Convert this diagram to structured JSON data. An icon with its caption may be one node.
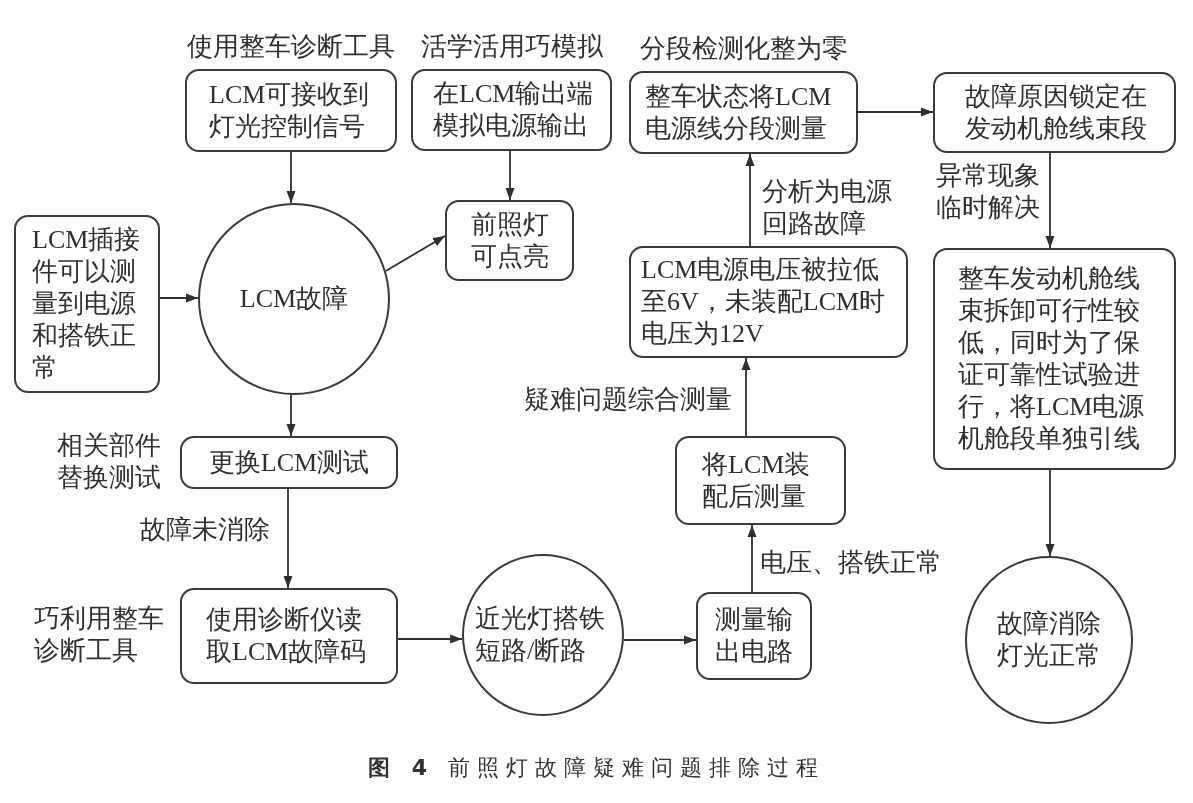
{
  "diagram": {
    "nodes": [
      {
        "text": [
          "使用整车诊断工具",
          "LCM可接收到灯光控制信号"
        ]
      },
      {
        "text": [
          "活学活用巧模拟",
          "在LCM输出端模拟电源输出"
        ]
      },
      {
        "text": [
          "分段检测化整为零",
          "整车状态将LCM电源线分段测量"
        ]
      },
      {
        "text": [
          "故障原因锁定在发动机舱线束段"
        ]
      },
      {
        "text": [
          "LCM插接件可以测量到电源和搭铁正常"
        ]
      },
      {
        "text": [
          "LCM故障"
        ]
      },
      {
        "text": [
          "前照灯可点亮"
        ]
      },
      {
        "text": [
          "LCM电源电压被拉低至6V，未装配LCM时电压为12V"
        ]
      },
      {
        "text": [
          "整车发动机舱线束拆卸可行性较低，同时为了保证可靠性试验进行，将LCM电源机舱段单独引线"
        ]
      },
      {
        "text": [
          "更换LCM测试"
        ],
        "beside": [
          "相关部件替换测试"
        ]
      },
      {
        "text": [
          "将LCM装配后测量"
        ]
      },
      {
        "text": [
          "使用诊断仪读取LCM故障码"
        ],
        "beside": [
          "巧利用整车诊断工具"
        ]
      },
      {
        "text": [
          "近光灯搭铁短路/断路"
        ]
      },
      {
        "text": [
          "测量输出电路"
        ]
      },
      {
        "text": [
          "故障消除灯光正常"
        ]
      }
    ],
    "edges": [
      {
        "from": 0,
        "to": 5,
        "arrow": "to"
      },
      {
        "from": 1,
        "to": 6,
        "arrow": "to"
      },
      {
        "from": 4,
        "to": 5,
        "arrow": "to"
      },
      {
        "from": 5,
        "to": 6,
        "arrow": "to"
      },
      {
        "from": 5,
        "to": 9,
        "arrow": "to"
      },
      {
        "from": 9,
        "to": 11,
        "arrow": "to",
        "label": "故障未消除"
      },
      {
        "from": 11,
        "to": 12,
        "arrow": "to"
      },
      {
        "from": 12,
        "to": 13,
        "arrow": "to"
      },
      {
        "from": 13,
        "to": 10,
        "arrow": "to",
        "label": "电压、搭铁正常"
      },
      {
        "from": 10,
        "to": 7,
        "arrow": "to",
        "label": "疑难问题综合测量"
      },
      {
        "from": 7,
        "to": 2,
        "arrow": "to",
        "label": "分析为电源回路故障"
      },
      {
        "from": 2,
        "to": 3,
        "arrow": "to"
      },
      {
        "from": 3,
        "to": 8,
        "arrow": "to",
        "label": "异常现象临时解决"
      },
      {
        "from": 8,
        "to": 14,
        "arrow": "to"
      }
    ],
    "caption": "**图 4** 前照灯故障疑难问题排除过程"
  }
}
